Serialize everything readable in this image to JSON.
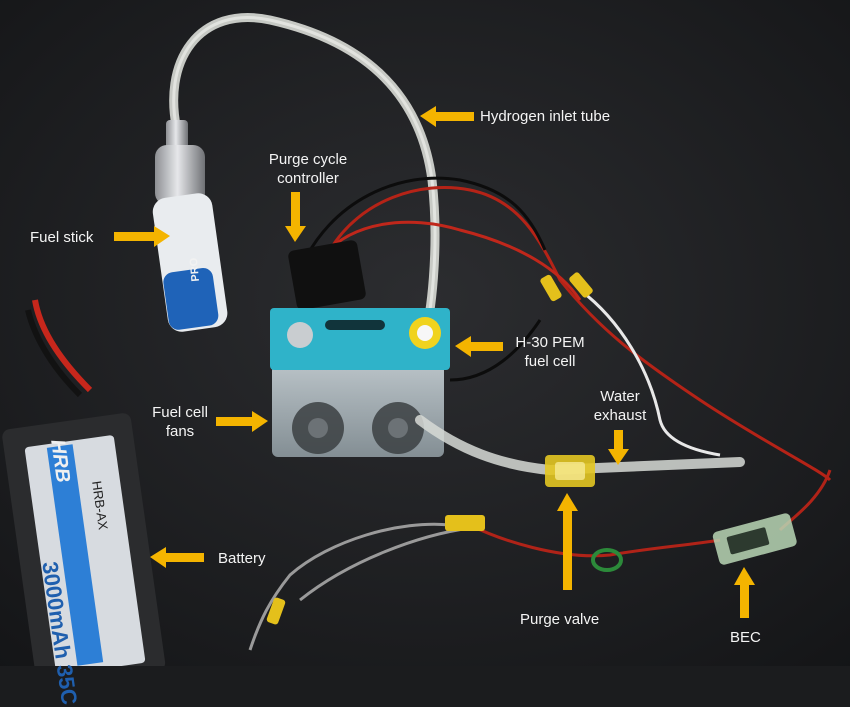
{
  "colors": {
    "arrow": "#f4b400",
    "label_text": "#f4f4f4",
    "background": "#1b1c1e",
    "fuel_cell_plate": "#2fb3c9",
    "battery_label": "#2d7fd6"
  },
  "labels": {
    "hydrogen_inlet": "Hydrogen inlet tube",
    "purge_controller_line1": "Purge cycle",
    "purge_controller_line2": "controller",
    "fuel_stick": "Fuel stick",
    "pem_line1": "H-30 PEM",
    "pem_line2": "fuel cell",
    "fans_line1": "Fuel cell",
    "fans_line2": "fans",
    "water_line1": "Water",
    "water_line2": "exhaust",
    "battery": "Battery",
    "purge_valve": "Purge valve",
    "bec": "BEC"
  },
  "battery_print": {
    "brand": "HRB",
    "capacity": "3000mAh",
    "rating": "35C",
    "model": "HRB-AX"
  },
  "fuel_stick_print": "PRO"
}
